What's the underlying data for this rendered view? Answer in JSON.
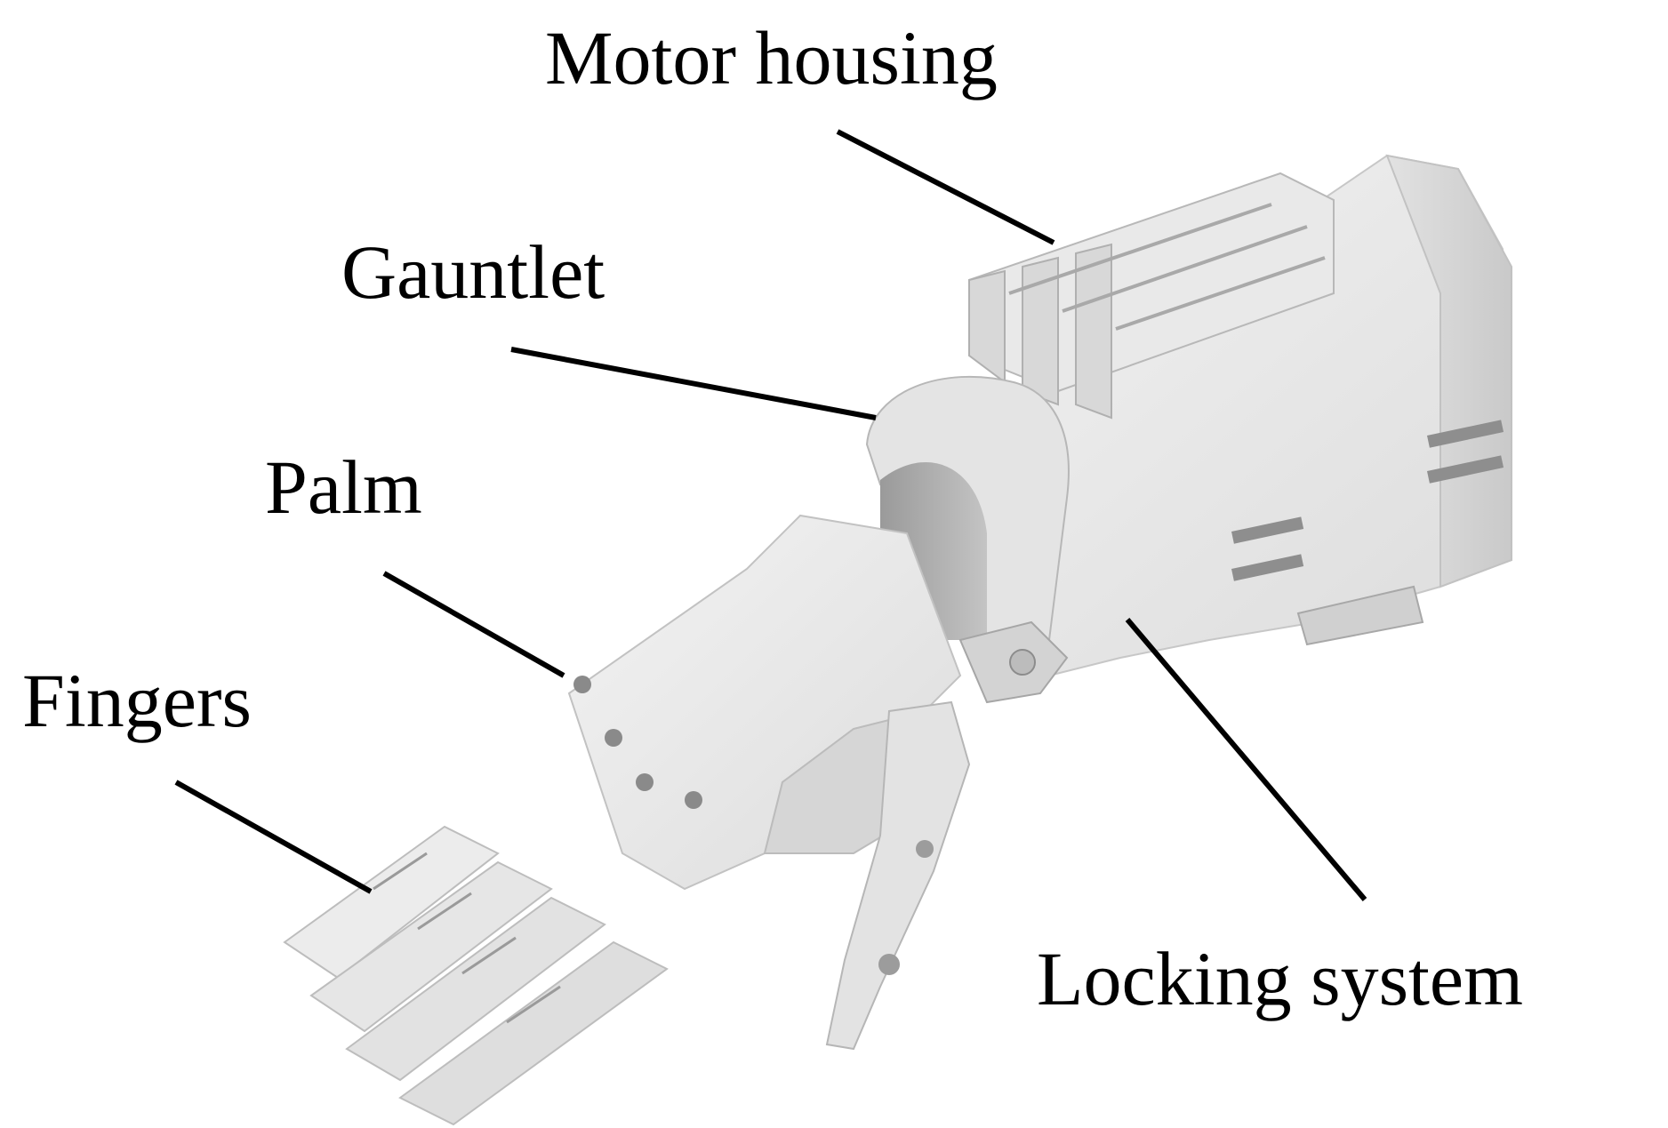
{
  "labels": {
    "motor_housing": "Motor housing",
    "gauntlet": "Gauntlet",
    "palm": "Palm",
    "fingers": "Fingers",
    "locking_system": "Locking system"
  },
  "colors": {
    "background": "#ffffff",
    "text": "#000000",
    "leader_line": "#000000",
    "part_light": "#ececec",
    "part_mid": "#d6d6d6",
    "part_dark": "#b9b9b9",
    "part_shadow": "#8f8f8f"
  }
}
